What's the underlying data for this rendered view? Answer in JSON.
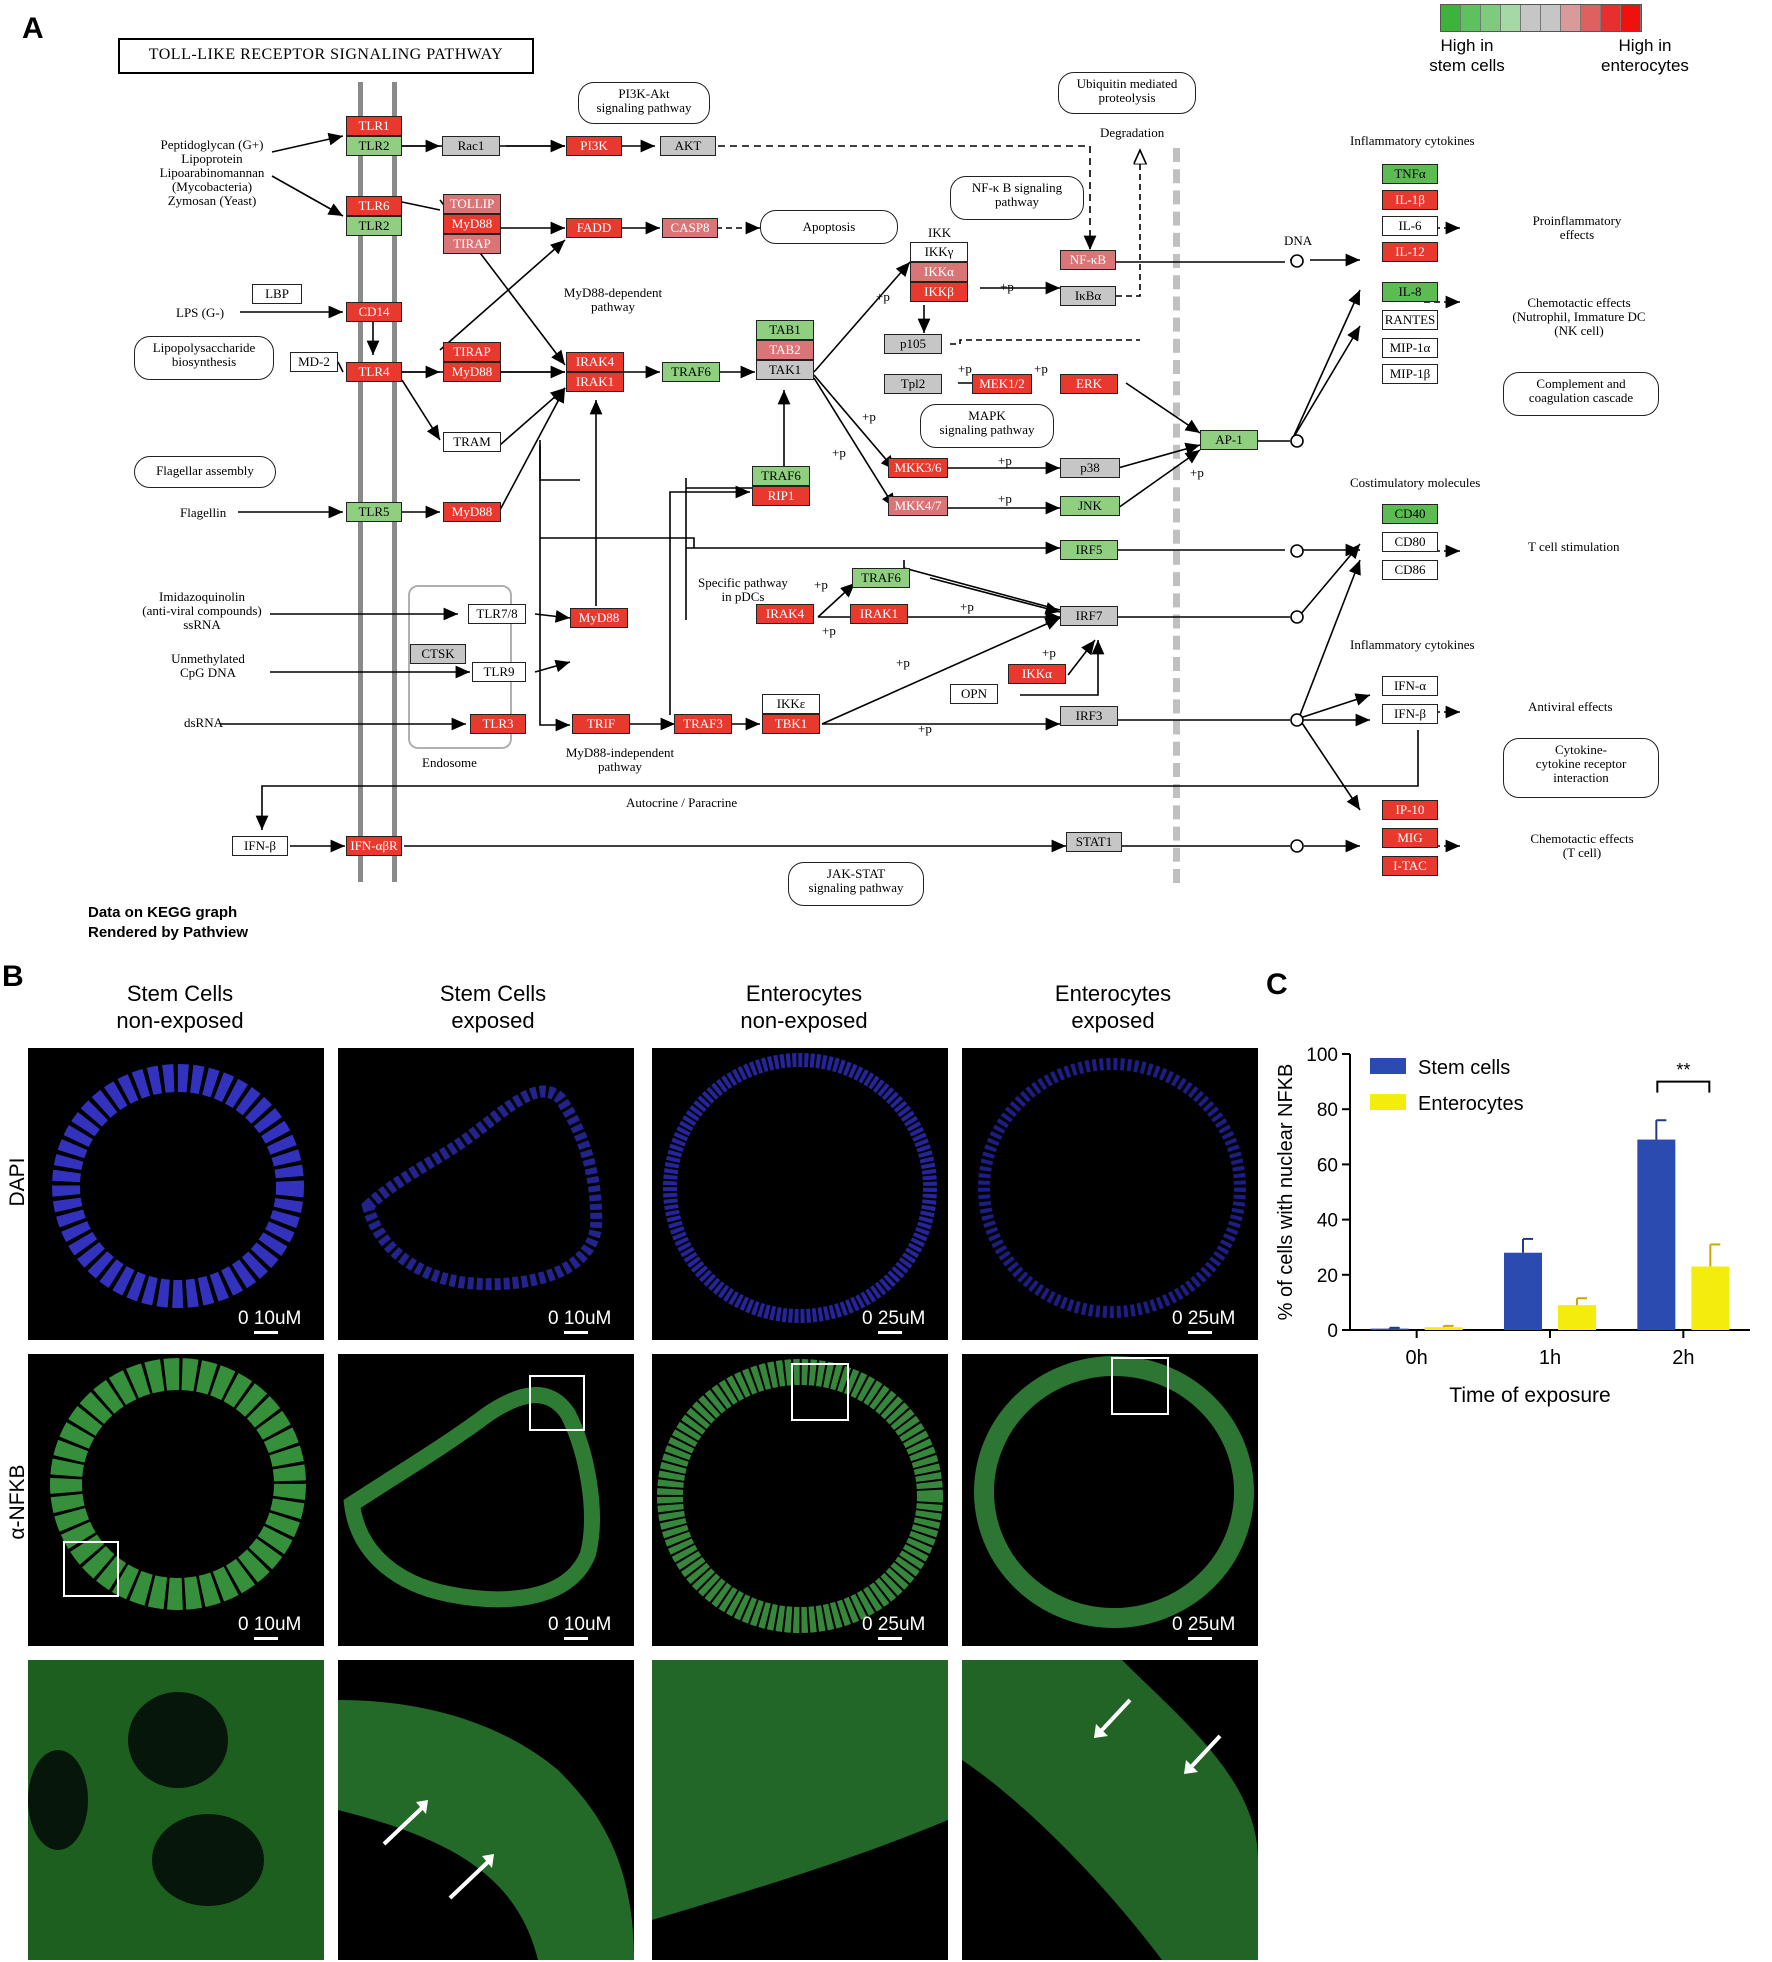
{
  "panel_letters": {
    "a": "A",
    "b": "B",
    "c": "C"
  },
  "panel_a": {
    "title": "TOLL-LIKE RECEPTOR SIGNALING PATHWAY",
    "legend": {
      "low": "High in\nstem cells",
      "high": "High in\nenterocytes",
      "colors": [
        "#3cb43c",
        "#5fc05f",
        "#7ecb7e",
        "#a4d8a4",
        "#c6c6c6",
        "#c6c6c6",
        "#d99a9a",
        "#e06060",
        "#e82e2e",
        "#f01010"
      ]
    },
    "footer": [
      "Data on KEGG graph",
      "Rendered by Pathview"
    ],
    "genes": [
      {
        "id": "tlr1",
        "t": "TLR1",
        "c": "red"
      },
      {
        "id": "tlr2a",
        "t": "TLR2",
        "c": "green"
      },
      {
        "id": "tlr6",
        "t": "TLR6",
        "c": "red"
      },
      {
        "id": "tlr2b",
        "t": "TLR2",
        "c": "green"
      },
      {
        "id": "cd14",
        "t": "CD14",
        "c": "red"
      },
      {
        "id": "tlr4",
        "t": "TLR4",
        "c": "red"
      },
      {
        "id": "md2",
        "t": "MD-2",
        "c": "white"
      },
      {
        "id": "lbp",
        "t": "LBP",
        "c": "white"
      },
      {
        "id": "tlr5",
        "t": "TLR5",
        "c": "green"
      },
      {
        "id": "tlr78",
        "t": "TLR7/8",
        "c": "white"
      },
      {
        "id": "ctsk",
        "t": "CTSK",
        "c": "grey"
      },
      {
        "id": "tlr9",
        "t": "TLR9",
        "c": "white"
      },
      {
        "id": "tlr3",
        "t": "TLR3",
        "c": "red"
      },
      {
        "id": "ifnb1",
        "t": "IFN-β",
        "c": "white"
      },
      {
        "id": "ifnabr",
        "t": "IFN-αβR",
        "c": "red"
      },
      {
        "id": "rac1",
        "t": "Rac1",
        "c": "grey"
      },
      {
        "id": "tollip",
        "t": "TOLLIP",
        "c": "pink"
      },
      {
        "id": "myd88a",
        "t": "MyD88",
        "c": "red"
      },
      {
        "id": "tirap",
        "t": "TIRAP",
        "c": "pink"
      },
      {
        "id": "tirap2",
        "t": "TIRAP",
        "c": "red"
      },
      {
        "id": "myd88b",
        "t": "MyD88",
        "c": "red"
      },
      {
        "id": "tram",
        "t": "TRAM",
        "c": "white"
      },
      {
        "id": "myd88c",
        "t": "MyD88",
        "c": "red"
      },
      {
        "id": "myd88d",
        "t": "MyD88",
        "c": "red"
      },
      {
        "id": "trif",
        "t": "TRIF",
        "c": "red"
      },
      {
        "id": "pi3k",
        "t": "PI3K",
        "c": "red"
      },
      {
        "id": "akt",
        "t": "AKT",
        "c": "grey"
      },
      {
        "id": "fadd",
        "t": "FADD",
        "c": "red"
      },
      {
        "id": "casp8",
        "t": "CASP8",
        "c": "pink"
      },
      {
        "id": "irak4",
        "t": "IRAK4",
        "c": "red"
      },
      {
        "id": "irak1",
        "t": "IRAK1",
        "c": "red"
      },
      {
        "id": "traf6a",
        "t": "TRAF6",
        "c": "green"
      },
      {
        "id": "tab1",
        "t": "TAB1",
        "c": "green"
      },
      {
        "id": "tab2",
        "t": "TAB2",
        "c": "pink"
      },
      {
        "id": "tak1",
        "t": "TAK1",
        "c": "grey"
      },
      {
        "id": "traf6b",
        "t": "TRAF6",
        "c": "green"
      },
      {
        "id": "rip1",
        "t": "RIP1",
        "c": "red"
      },
      {
        "id": "irak4b",
        "t": "IRAK4",
        "c": "red"
      },
      {
        "id": "irak1b",
        "t": "IRAK1",
        "c": "red"
      },
      {
        "id": "traf6c",
        "t": "TRAF6",
        "c": "green"
      },
      {
        "id": "traf3",
        "t": "TRAF3",
        "c": "red"
      },
      {
        "id": "ikke",
        "t": "IKKε",
        "c": "white"
      },
      {
        "id": "tbk1",
        "t": "TBK1",
        "c": "red"
      },
      {
        "id": "ikkg",
        "t": "IKKγ",
        "c": "white"
      },
      {
        "id": "ikka",
        "t": "IKKα",
        "c": "pink"
      },
      {
        "id": "ikkb",
        "t": "IKKβ",
        "c": "red"
      },
      {
        "id": "p105",
        "t": "p105",
        "c": "grey"
      },
      {
        "id": "tpl2",
        "t": "Tpl2",
        "c": "grey"
      },
      {
        "id": "mek12",
        "t": "MEK1/2",
        "c": "red"
      },
      {
        "id": "erk",
        "t": "ERK",
        "c": "red"
      },
      {
        "id": "mkk36",
        "t": "MKK3/6",
        "c": "red"
      },
      {
        "id": "mkk47",
        "t": "MKK4/7",
        "c": "pink"
      },
      {
        "id": "p38",
        "t": "p38",
        "c": "grey"
      },
      {
        "id": "jnk",
        "t": "JNK",
        "c": "green"
      },
      {
        "id": "nfkb",
        "t": "NF-κB",
        "c": "pink"
      },
      {
        "id": "ikba",
        "t": "IκBα",
        "c": "grey"
      },
      {
        "id": "ap1",
        "t": "AP-1",
        "c": "green"
      },
      {
        "id": "irf5",
        "t": "IRF5",
        "c": "green"
      },
      {
        "id": "irf7",
        "t": "IRF7",
        "c": "grey"
      },
      {
        "id": "ikka2",
        "t": "IKKα",
        "c": "red"
      },
      {
        "id": "opn",
        "t": "OPN",
        "c": "white"
      },
      {
        "id": "irf3",
        "t": "IRF3",
        "c": "grey"
      },
      {
        "id": "stat1",
        "t": "STAT1",
        "c": "grey"
      },
      {
        "id": "tnfa",
        "t": "TNFα",
        "c": "dgreen"
      },
      {
        "id": "il1b",
        "t": "IL-1β",
        "c": "red"
      },
      {
        "id": "il6",
        "t": "IL-6",
        "c": "white"
      },
      {
        "id": "il12",
        "t": "IL-12",
        "c": "red"
      },
      {
        "id": "il8",
        "t": "IL-8",
        "c": "dgreen"
      },
      {
        "id": "rantes",
        "t": "RANTES",
        "c": "white"
      },
      {
        "id": "mip1a",
        "t": "MIP-1α",
        "c": "white"
      },
      {
        "id": "mip1b",
        "t": "MIP-1β",
        "c": "white"
      },
      {
        "id": "cd40",
        "t": "CD40",
        "c": "dgreen"
      },
      {
        "id": "cd80",
        "t": "CD80",
        "c": "white"
      },
      {
        "id": "cd86",
        "t": "CD86",
        "c": "white"
      },
      {
        "id": "ifna",
        "t": "IFN-α",
        "c": "white"
      },
      {
        "id": "ifnb2",
        "t": "IFN-β",
        "c": "white"
      },
      {
        "id": "ip10",
        "t": "IP-10",
        "c": "red"
      },
      {
        "id": "mig",
        "t": "MIG",
        "c": "red"
      },
      {
        "id": "itac",
        "t": "I-TAC",
        "c": "red"
      }
    ],
    "labels": {
      "pgn": "Peptidoglycan (G+)\nLipoprotein\nLipoarabinomannan\n(Mycobacteria)\nZymosan (Yeast)",
      "lps": "LPS (G-)",
      "lps_bio": "Lipopolysaccharide\nbiosynthesis",
      "flag_asm": "Flagellar assembly",
      "flagellin": "Flagellin",
      "imid": "Imidazoquinolin\n(anti-viral compounds)\nssRNA",
      "cpg": "Unmethylated\nCpG DNA",
      "dsrna": "dsRNA",
      "endosome": "Endosome",
      "pi3k_path": "PI3K-Akt\nsignaling pathway",
      "apoptosis": "Apoptosis",
      "myd88_dep": "MyD88-dependent\npathway",
      "myd88_indep": "MyD88-independent\npathway",
      "nfkb_path": "NF-κ B signaling\npathway",
      "ikk": "IKK",
      "mapk_path": "MAPK\nsignaling pathway",
      "ubiq": "Ubiquitin mediated\nproteolysis",
      "degradation": "Degradation",
      "dna": "DNA",
      "pdcs": "Specific pathway\nin pDCs",
      "autocrine": "Autocrine / Paracrine",
      "jakstat": "JAK-STAT\nsignaling pathway",
      "infl1": "Inflammatory cytokines",
      "proinfl": "Proinflammatory\neffects",
      "chemo1": "Chemotactic effects\n(Nutrophil, Immature DC\n(NK cell)",
      "complement": "Complement and\ncoagulation cascade",
      "costim": "Costimulatory molecules",
      "tcell": "T cell stimulation",
      "infl2": "Inflammatory cytokines",
      "antiviral": "Antiviral effects",
      "cytokine_rec": "Cytokine-\ncytokine receptor\ninteraction",
      "chemo2": "Chemotactic effects\n(T cell)",
      "p": "+p"
    }
  },
  "panel_b": {
    "columns": [
      "Stem Cells\nnon-exposed",
      "Stem Cells\nexposed",
      "Enterocytes\nnon-exposed",
      "Enterocytes\nexposed"
    ],
    "rows": [
      "DAPI",
      "α-NFKB"
    ],
    "scales_row1": [
      "10uM",
      "10uM",
      "25uM",
      "25uM"
    ],
    "scales_row2": [
      "10uM",
      "10uM",
      "25uM",
      "25uM"
    ],
    "scale_zero": "0"
  },
  "chart_data": {
    "type": "bar",
    "categories": [
      "0h",
      "1h",
      "2h"
    ],
    "series": [
      {
        "name": "Stem cells",
        "values": [
          0.5,
          28,
          69
        ],
        "errors": [
          0.3,
          5,
          7
        ],
        "color": "#2b4bb0"
      },
      {
        "name": "Enterocytes",
        "values": [
          1,
          9,
          23
        ],
        "errors": [
          0.5,
          2.5,
          8
        ],
        "color": "#f4ec0c"
      }
    ],
    "xlabel": "Time of exposure",
    "ylabel": "% of cells with nuclear NFKB",
    "yticks": [
      0,
      20,
      40,
      60,
      80,
      100
    ],
    "ylim": [
      0,
      100
    ],
    "annotation": "**",
    "legend_position": "top-left"
  }
}
